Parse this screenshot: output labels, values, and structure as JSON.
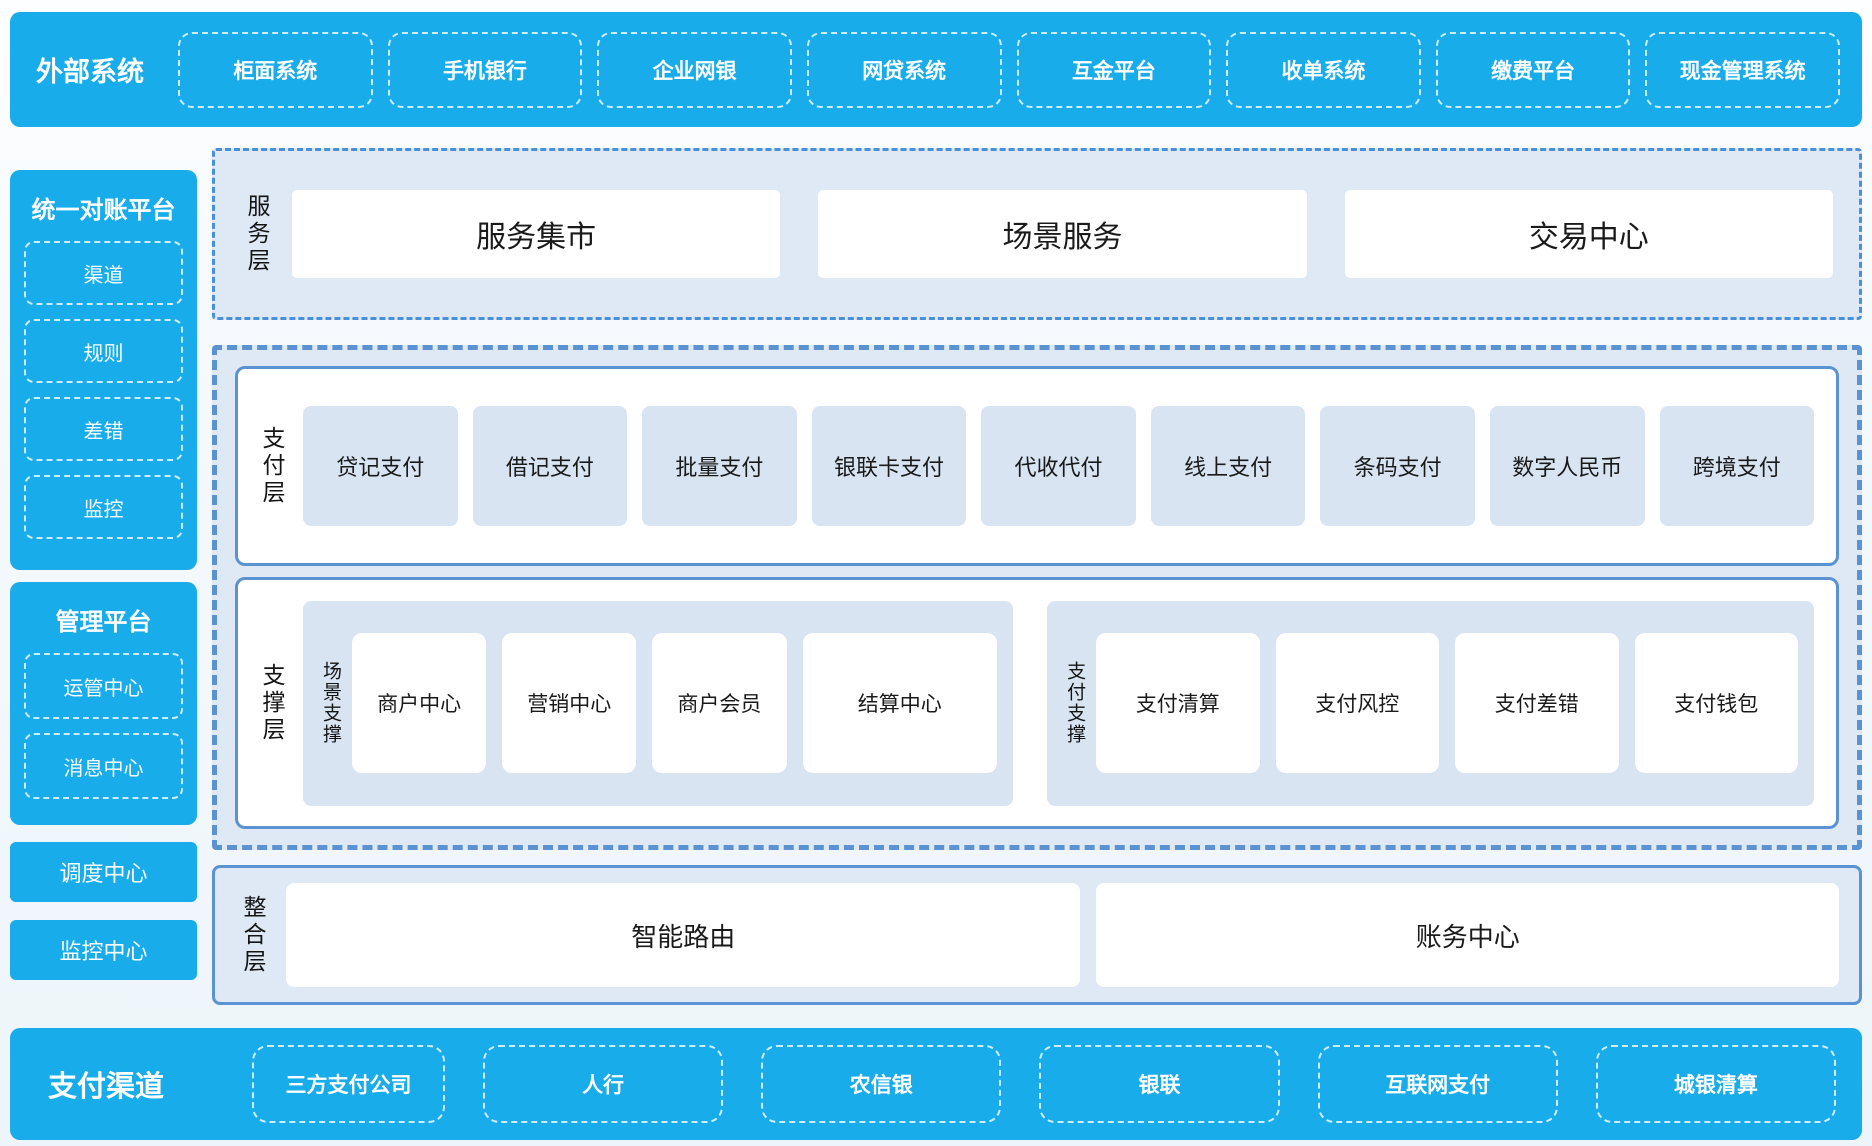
{
  "colors": {
    "accent_blue": "#18aceb",
    "panel_bg": "#dee9f5",
    "item_blue": "#d8e4f2",
    "border_blue": "#5b93d2",
    "dashdot_blue": "#4a90d9",
    "text_dark": "#1a1a1a",
    "text_white": "#ffffff"
  },
  "top_bar": {
    "title": "外部系统",
    "items": [
      "柜面系统",
      "手机银行",
      "企业网银",
      "网贷系统",
      "互金平台",
      "收单系统",
      "缴费平台",
      "现金管理系统"
    ]
  },
  "sidebar": {
    "reconciliation": {
      "title": "统一对账平台",
      "items": [
        "渠道",
        "规则",
        "差错",
        "监控"
      ]
    },
    "management": {
      "title": "管理平台",
      "items": [
        "运管中心",
        "消息中心"
      ]
    },
    "dispatch_center": "调度中心",
    "monitor_center": "监控中心"
  },
  "layers": {
    "service": {
      "label": "服务层",
      "items": [
        "服务集市",
        "场景服务",
        "交易中心"
      ]
    },
    "payment": {
      "label": "支付层",
      "items": [
        "贷记支付",
        "借记支付",
        "批量支付",
        "银联卡支付",
        "代收代付",
        "线上支付",
        "条码支付",
        "数字人民币",
        "跨境支付"
      ]
    },
    "support": {
      "label": "支撑层",
      "groups": [
        {
          "label": "场景支撑",
          "items": [
            "商户中心",
            "营销中心",
            "商户会员",
            "结算中心"
          ]
        },
        {
          "label": "支付支撑",
          "items": [
            "支付清算",
            "支付风控",
            "支付差错",
            "支付钱包"
          ]
        }
      ]
    },
    "integration": {
      "label": "整合层",
      "items": [
        "智能路由",
        "账务中心"
      ]
    }
  },
  "bottom_bar": {
    "title": "支付渠道",
    "items": [
      "三方支付公司",
      "人行",
      "农信银",
      "银联",
      "互联网支付",
      "城银清算"
    ]
  }
}
